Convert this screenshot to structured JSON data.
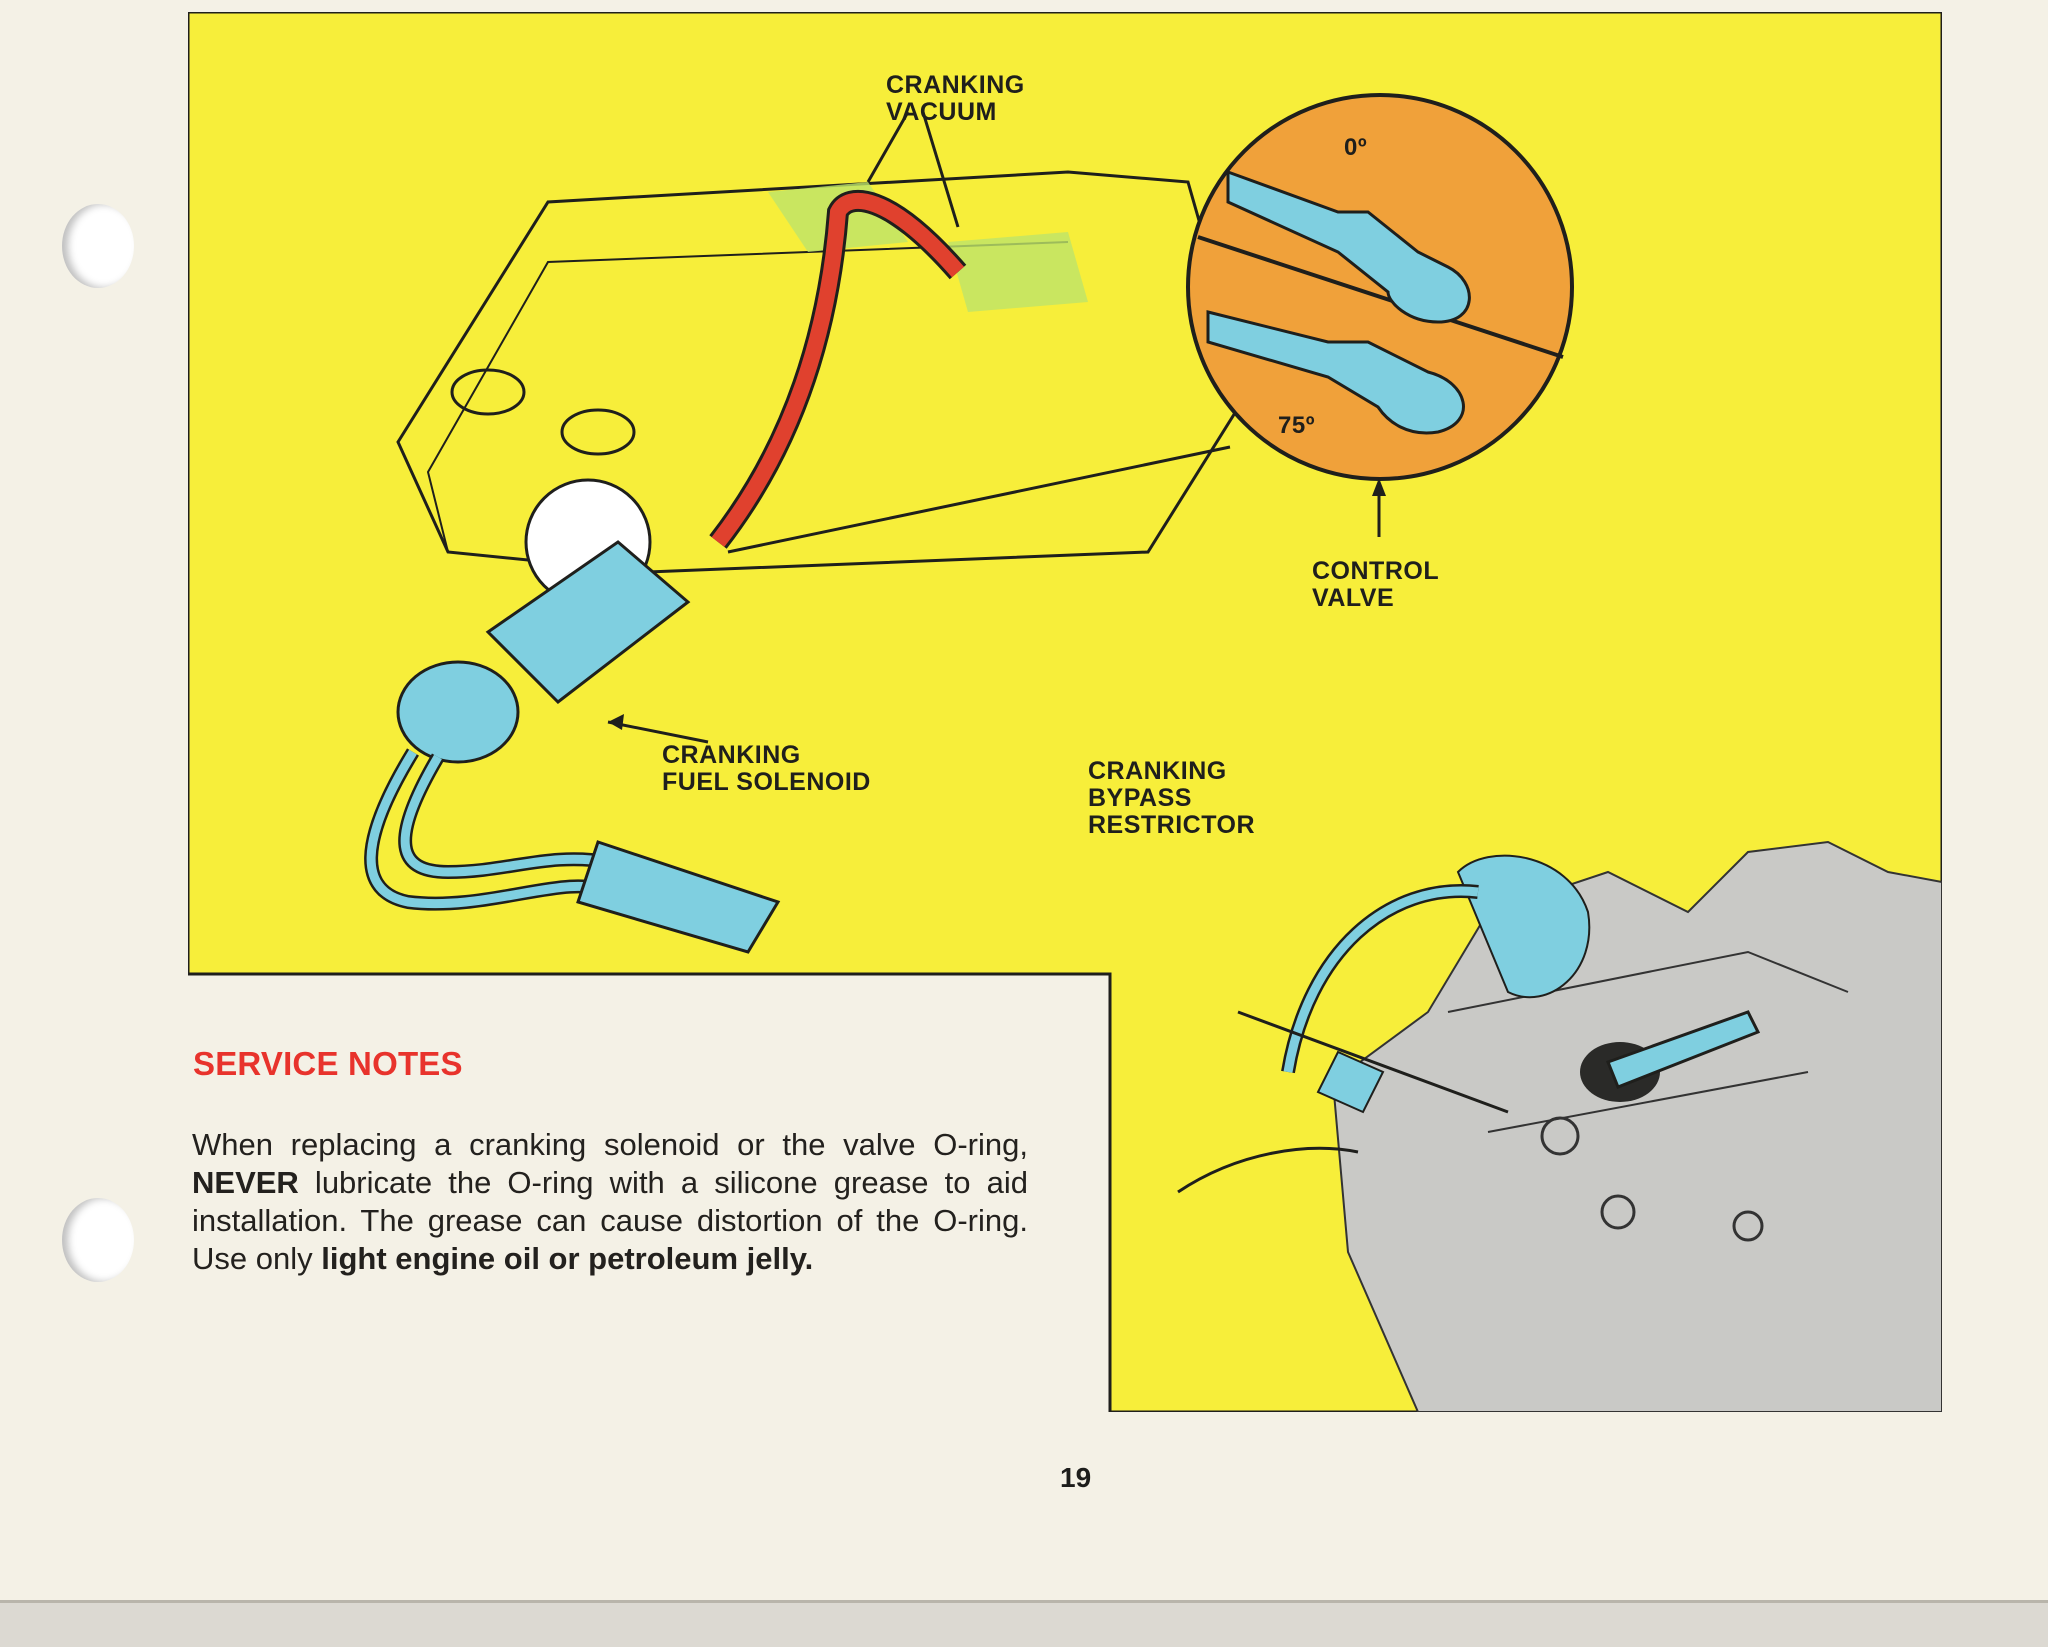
{
  "page": {
    "number": "19"
  },
  "diagram": {
    "labels": {
      "cranking_vacuum": "CRANKING\nVACUUM",
      "control_valve": "CONTROL\nVALVE",
      "angle_closed": "0º",
      "angle_open": "75º",
      "cranking_fuel_solenoid": "CRANKING\nFUEL SOLENOID",
      "cranking_bypass_restrictor": "CRANKING\nBYPASS\nRESTRICTOR"
    },
    "colors": {
      "background": "#f7ee3a",
      "inset": "#f0a13a",
      "part": "#7fcfe0",
      "vacuum": "#e0412e",
      "body": "#c9c9c6"
    }
  },
  "service_notes": {
    "title": "SERVICE NOTES",
    "text_1": "When replacing a cranking solenoid or the valve O-ring, ",
    "emphasis_1": "NEVER",
    "text_2": " lubricate the O-ring with a silicone grease to aid installation. The grease can cause distortion of the O-ring. Use only ",
    "emphasis_2": "light engine oil or petroleum jelly."
  }
}
